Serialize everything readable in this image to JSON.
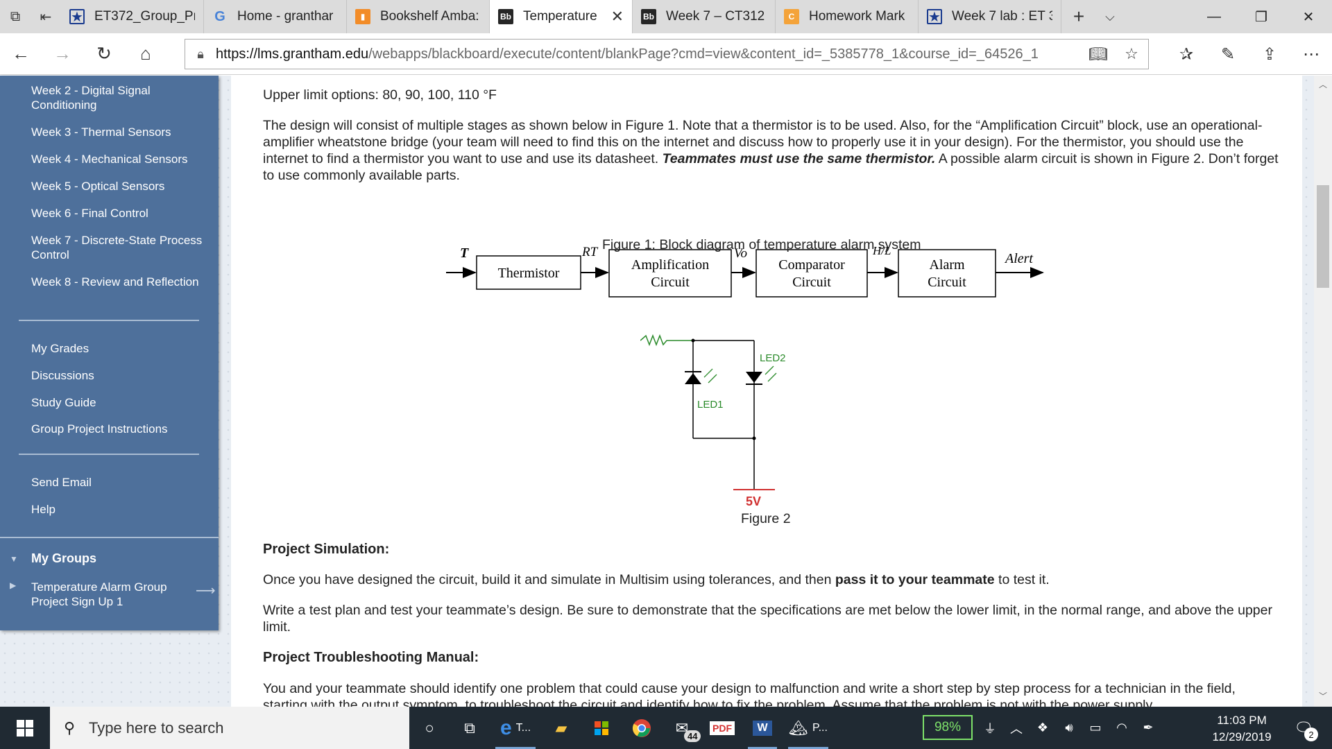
{
  "tabs": [
    {
      "label": "ET372_Group_Pr",
      "favicon": "blackboard-star-icon",
      "fav_text": "★",
      "fav_color": "#1a3b8f"
    },
    {
      "label": "Home - granthar",
      "favicon": "google-icon",
      "fav_text": "G",
      "fav_color": "#4a84d8"
    },
    {
      "label": "Bookshelf Amba:",
      "favicon": "bookmark-icon",
      "fav_text": "▮",
      "fav_color": "#f28c28"
    },
    {
      "label": "Temperature",
      "favicon": "bb-icon",
      "fav_text": "Bb",
      "fav_color": "#262626",
      "active": true
    },
    {
      "label": "Week 7 – CT312",
      "favicon": "bb-icon",
      "fav_text": "Bb",
      "fav_color": "#262626"
    },
    {
      "label": "Homework Mark",
      "favicon": "orange-c-icon",
      "fav_text": "C",
      "fav_color": "#f4a33a"
    },
    {
      "label": "Week 7 lab : ET 3",
      "favicon": "blackboard-star-icon",
      "fav_text": "★",
      "fav_color": "#1a3b8f"
    }
  ],
  "address": {
    "host": "https://lms.grantham.edu",
    "path": "/webapps/blackboard/execute/content/blankPage?cmd=view&content_id=_5385778_1&course_id=_64526_1"
  },
  "sidebar": {
    "weeks": [
      "Week 2 - Digital Signal Conditioning",
      "Week 3 - Thermal Sensors",
      "Week 4 - Mechanical Sensors",
      "Week 5 - Optical Sensors",
      "Week 6 - Final Control",
      "Week 7 - Discrete-State Process Control",
      "Week 8 - Review and Reflection"
    ],
    "tools": [
      "My Grades",
      "Discussions",
      "Study Guide",
      "Group Project Instructions"
    ],
    "extras": [
      "Send Email",
      "Help"
    ],
    "groups_heading": "My Groups",
    "group_item": "Temperature Alarm Group Project Sign Up 1"
  },
  "content": {
    "upper_limit": "Upper limit options: 80, 90, 100, 110 °F",
    "design_pre": "The design will consist of multiple stages as shown below in Figure 1. Note that a thermistor is to be used. Also, for the “Amplification Circuit” block, use an operational-amplifier wheatstone bridge (your team will need to find this on the internet and discuss how to properly use it in your design). For the thermistor, you should use the internet to find a thermistor you want to use and use its datasheet. ",
    "design_bold": "Teammates must use the same thermistor.",
    "design_post": " A possible alarm circuit is shown in Figure 2. Don’t forget to use commonly available parts.",
    "figure1": {
      "caption": "Figure 1: Block diagram of temperature alarm system",
      "blocks": [
        "Thermistor",
        "Amplification Circuit",
        "Comparator Circuit",
        "Alarm Circuit"
      ],
      "signals": {
        "input": "T",
        "rt": "RT",
        "vo": "Vo",
        "hl": "H/L",
        "output": "Alert"
      }
    },
    "figure2": {
      "caption": "Figure 2",
      "led1": "LED1",
      "led2": "LED2",
      "supply": "5V"
    },
    "sim_heading": "Project Simulation:",
    "sim_pre": "Once you have designed the circuit, build it and simulate in Multisim using tolerances, and then ",
    "sim_bold": "pass it to your teammate",
    "sim_post": " to test it.",
    "test_plan": "Write a test plan and test your teammate’s design. Be sure to demonstrate that the specifications are met below the lower limit, in the normal range, and above the upper limit.",
    "ts_heading": "Project Troubleshooting Manual:",
    "ts_text": "You and your teammate should identify one problem that could cause your design to malfunction and write a short step by step process for a technician in the field, starting with the output symptom, to troubleshoot the circuit and identify how to fix the problem. Assume that the problem is not with the power supply."
  },
  "taskbar": {
    "search_placeholder": "Type here to search",
    "edge_label": "T...",
    "photos_label": "P...",
    "mail_badge": "44",
    "battery": "98%",
    "time": "11:03 PM",
    "date": "12/29/2019",
    "notifications": "2"
  }
}
